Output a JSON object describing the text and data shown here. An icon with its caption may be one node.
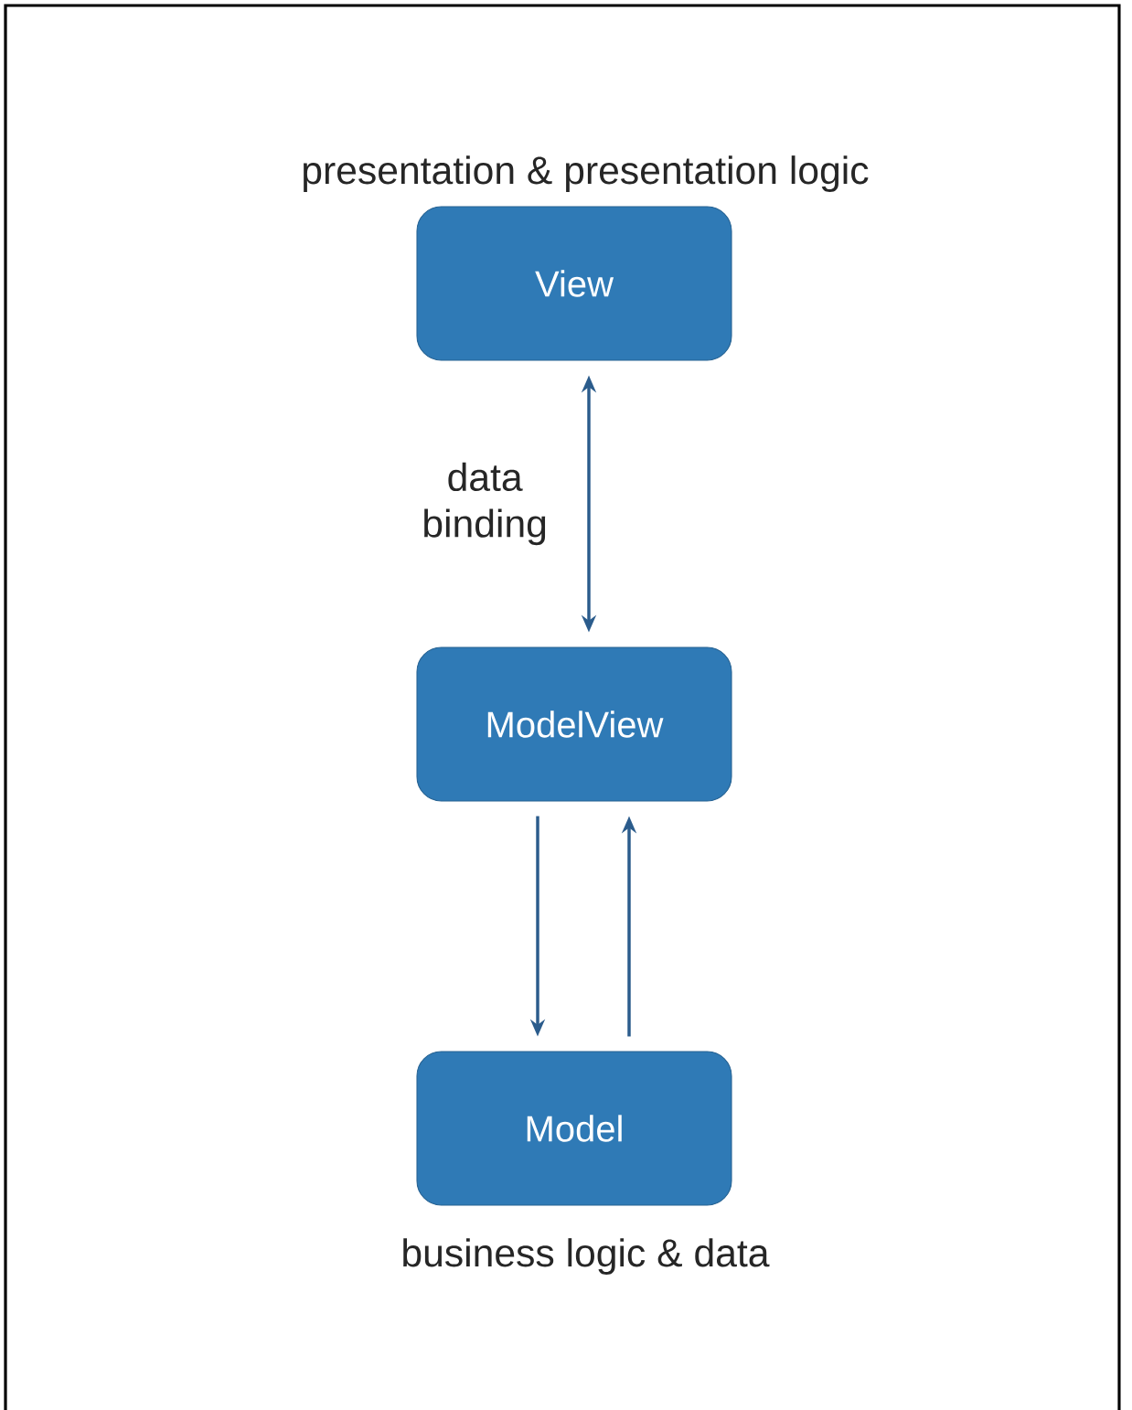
{
  "diagram": {
    "nodes": [
      {
        "text": [
          "View"
        ],
        "beside": [
          "presentation & presentation logic"
        ]
      },
      {
        "text": [
          "ModelView"
        ]
      },
      {
        "text": [
          "Model"
        ],
        "beside": [
          "business logic & data"
        ]
      }
    ],
    "edges": [
      {
        "from": 0,
        "to": 1,
        "arrow": "both",
        "label": "data binding"
      },
      {
        "from": 1,
        "to": 2,
        "arrow": "to"
      },
      {
        "from": 2,
        "to": 1,
        "arrow": "to"
      }
    ]
  }
}
